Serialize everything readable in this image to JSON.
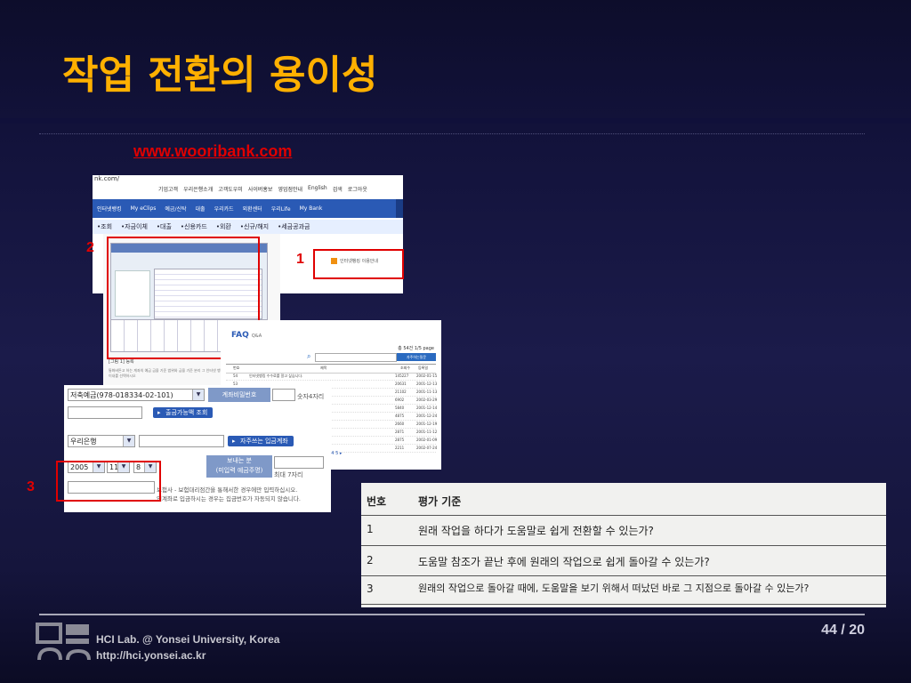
{
  "slide": {
    "title": "작업 전환의 용이성",
    "url_label": "www.wooribank.com",
    "markers": [
      "1",
      "2",
      "3"
    ],
    "page": "44 / 20",
    "footer_lab": "HCI Lab. @ Yonsei University, Korea",
    "footer_url": "http://hci.yonsei.ac.kr",
    "accent_color": "#ffb000",
    "marker_color": "#e00000"
  },
  "bank_shot": {
    "address": "nk.com/",
    "top_links": [
      "기업고객",
      "우리은행소개",
      "고객도우미",
      "사이버홍보",
      "영업점안내",
      "English",
      "검색",
      "로그아웃"
    ],
    "nav": [
      "인터넷뱅킹",
      "My eClips",
      "예금/신탁",
      "대출",
      "우리카드",
      "외환센터",
      "우리Life",
      "My Bank"
    ],
    "subnav": [
      "•조회",
      "•자금이체",
      "•대출",
      "•신용카드",
      "•외환",
      "•신규/해지",
      "•세금공과금"
    ],
    "guide_link": "인터넷뱅킹 이용안내"
  },
  "app_shot": {
    "caption": "[그림 1] 등록",
    "note": "통화버튼고 하는 계좌의 예금 금을 기준 범위와 금을 기준 분리 그 인터넷 뱅킹, Quick조회, 수업력 계좌 등 등 이내를 선택하시오"
  },
  "faq_shot": {
    "title": "FAQ",
    "subtitle": "Q&A",
    "pages": "총 54건 1/5 page",
    "search_button": "자주하는질문",
    "columns": [
      "번호",
      "제목",
      "조회수",
      "등록일"
    ],
    "rows": [
      {
        "no": "54",
        "title": "인터넷뱅킹 수수료를 알고 싶습니다.",
        "views": "145227",
        "date": "2002-01-15"
      },
      {
        "no": "53",
        "title": "",
        "views": "20631",
        "date": "2001-12-13"
      },
      {
        "no": "",
        "title": "",
        "views": "21102",
        "date": "2001-11-13"
      },
      {
        "no": "",
        "title": "",
        "views": "6902",
        "date": "2002-03-29"
      },
      {
        "no": "",
        "title": "",
        "views": "5840",
        "date": "2001-12-14"
      },
      {
        "no": "",
        "title": "",
        "views": "4875",
        "date": "2001-12-24"
      },
      {
        "no": "",
        "title": "다.",
        "views": "2660",
        "date": "2001-12-19"
      },
      {
        "no": "",
        "title": "로게요.",
        "views": "2871",
        "date": "2001-11-12"
      },
      {
        "no": "",
        "title": "",
        "views": "2875",
        "date": "2002-01-09"
      },
      {
        "no": "",
        "title": "연상으로 날부할 수 없나...",
        "views": "2211",
        "date": "2002-07-24"
      }
    ]
  },
  "transfer_shot": {
    "account_select": "저축예금(978-018334-02-101)",
    "password_label": "계좌비밀번호",
    "password_hint": "숫자4자리",
    "balance_button": "출금가능액 조회",
    "bank_select": "우리은행",
    "frequent_button": "자주쓰는 입금계좌",
    "sender_label": "보내는 분",
    "sender_sub": "(미입력 예금주명)",
    "sender_hint": "최대 7자리",
    "year": "2005",
    "month": "11",
    "day": "8",
    "notice1": "보험사 - 보험대리점간을 통해서한 경우에만 입력하십시오.",
    "notice2": "업계좌로 입금하시는 경우는 집금번호가 자동되지 않습니다."
  },
  "criteria_table": {
    "headers": [
      "번호",
      "평가 기준"
    ],
    "rows": [
      {
        "no": "1",
        "text": "원래 작업을 하다가 도움말로 쉽게 전환할 수 있는가?"
      },
      {
        "no": "2",
        "text": "도움말 참조가 끝난 후에 원래의 작업으로 쉽게 돌아갈 수 있는가?"
      },
      {
        "no": "3",
        "text": "원래의 작업으로 돌아갈 때에, 도움말을 보기 위해서 떠났던 바로 그 지점으로 돌아갈 수 있는가?"
      }
    ]
  }
}
